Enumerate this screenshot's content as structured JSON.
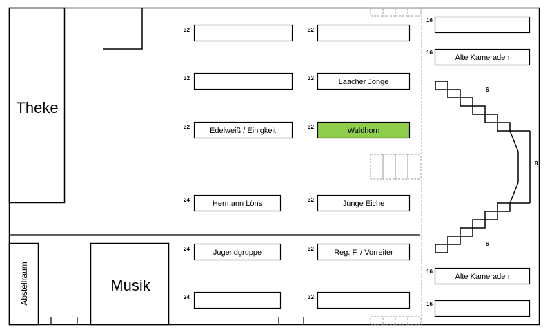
{
  "rooms": {
    "theke": "Theke",
    "musik": "Musik",
    "abstellraum": "Abstellraum"
  },
  "tables": [
    {
      "id": "t-l1",
      "name": "",
      "seats": "32"
    },
    {
      "id": "t-r1",
      "name": "",
      "seats": "32"
    },
    {
      "id": "t-l2",
      "name": "",
      "seats": "32"
    },
    {
      "id": "t-r2",
      "name": "Laacher Jonge",
      "seats": "32"
    },
    {
      "id": "t-l3",
      "name": "Edelweiß / Einigkeit",
      "seats": "32"
    },
    {
      "id": "t-r3",
      "name": "Waldhorn",
      "seats": "32",
      "highlight": "#8fce4a"
    },
    {
      "id": "t-l4",
      "name": "Hermann Löns",
      "seats": "24"
    },
    {
      "id": "t-r4",
      "name": "Junge Eiche",
      "seats": "32"
    },
    {
      "id": "t-l5",
      "name": "Jugendgruppe",
      "seats": "24"
    },
    {
      "id": "t-r5",
      "name": "Reg. F. / Vorreiter",
      "seats": "32"
    },
    {
      "id": "t-l6",
      "name": "",
      "seats": "24"
    },
    {
      "id": "t-r6",
      "name": "",
      "seats": "32"
    },
    {
      "id": "t-e1",
      "name": "",
      "seats": "16"
    },
    {
      "id": "t-e2",
      "name": "Alte Kameraden",
      "seats": "16"
    },
    {
      "id": "t-e3",
      "name": "Alte Kameraden",
      "seats": "16"
    },
    {
      "id": "t-e4",
      "name": "",
      "seats": "16"
    }
  ],
  "stair_counts": {
    "upper": "6",
    "right": "8",
    "lower": "6"
  },
  "colors": {
    "line": "#000000",
    "dashed": "#9a9a9a",
    "highlight": "#8fce4a"
  }
}
